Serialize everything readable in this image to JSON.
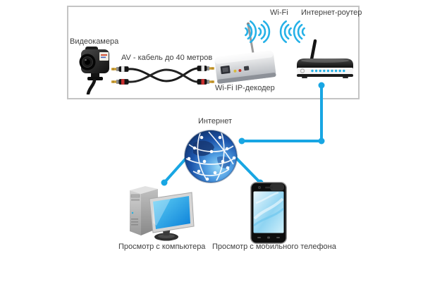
{
  "top_panel": {
    "camera_label": "Видеокамера",
    "cable_label": "AV - кабель до 40 метров",
    "decoder_label": "Wi-Fi IP-декодер",
    "wifi_label": "Wi-Fi",
    "router_label": "Интернет-роутер"
  },
  "network": {
    "internet_label": "Интернет"
  },
  "viewers": {
    "computer_label": "Просмотр с компьютера",
    "phone_label": "Просмотр с мобильного телефона"
  },
  "colors": {
    "accent_blue": "#18a6e3",
    "wifi_cyan": "#25b1e7",
    "panel_border": "#c4c4c4",
    "label_text": "#3f3f3f"
  }
}
